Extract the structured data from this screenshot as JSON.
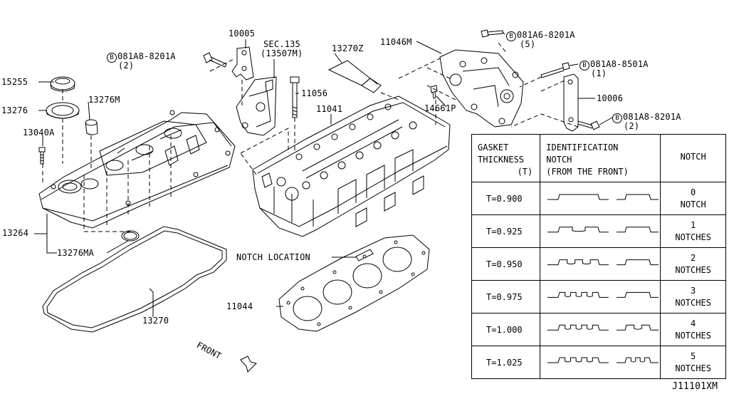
{
  "diagram_id": "J11101XM",
  "front_label": "FRONT",
  "notch_location_label": "NOTCH LOCATION",
  "labels": {
    "p15255": "15255",
    "p13276": "13276",
    "p13276M": "13276M",
    "p13040A": "13040A",
    "p13264": "13264",
    "p13276MA": "13276MA",
    "p13270": "13270",
    "p10005": "10005",
    "sec_line1": "SEC.135",
    "sec_line2": "(13507M)",
    "p13270Z": "13270Z",
    "p11046M": "11046M",
    "p11056": "11056",
    "p11041": "11041",
    "p14661P": "14661P",
    "p10006": "10006",
    "p11044": "11044"
  },
  "bolts": [
    {
      "marker": "B",
      "code": "081A8-8201A",
      "qty": "(2)"
    },
    {
      "marker": "B",
      "code": "081A6-8201A",
      "qty": "(5)"
    },
    {
      "marker": "B",
      "code": "081A8-8501A",
      "qty": "(1)"
    },
    {
      "marker": "B",
      "code": "081A8-8201A",
      "qty": "(2)"
    }
  ],
  "table": {
    "headers": {
      "col1_line1": "GASKET",
      "col1_line2": "THICKNESS",
      "col1_line3": "(T)",
      "col2_line1": "IDENTIFICATION",
      "col2_line2": "NOTCH",
      "col2_line3": "(FROM THE FRONT)",
      "col3": "NOTCH"
    },
    "rows": [
      {
        "thickness": "T=0.900",
        "count_line1": "0",
        "count_line2": "NOTCH",
        "notches": 0
      },
      {
        "thickness": "T=0.925",
        "count_line1": "1",
        "count_line2": "NOTCHES",
        "notches": 1
      },
      {
        "thickness": "T=0.950",
        "count_line1": "2",
        "count_line2": "NOTCHES",
        "notches": 2
      },
      {
        "thickness": "T=0.975",
        "count_line1": "3",
        "count_line2": "NOTCHES",
        "notches": 3
      },
      {
        "thickness": "T=1.000",
        "count_line1": "4",
        "count_line2": "NOTCHES",
        "notches": 4
      },
      {
        "thickness": "T=1.025",
        "count_line1": "5",
        "count_line2": "NOTCHES",
        "notches": 5
      }
    ]
  }
}
